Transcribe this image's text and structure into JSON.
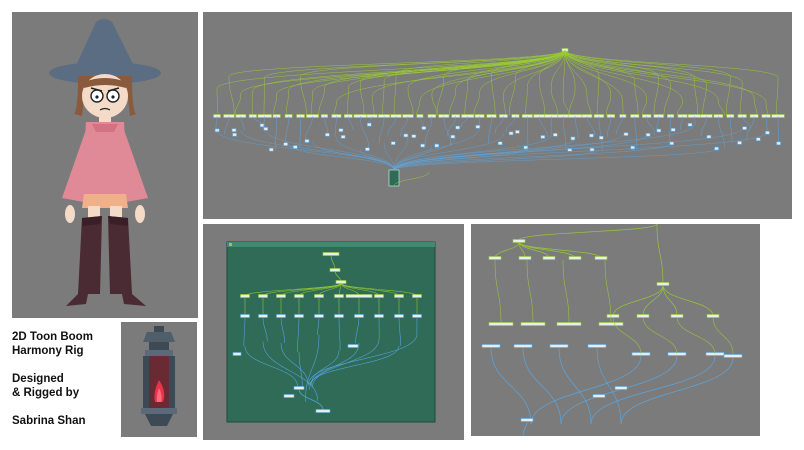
{
  "caption": {
    "line1": "2D Toon Boom",
    "line2": "Harmony Rig",
    "line3": "Designed",
    "line4": "& Rigged by",
    "line5": "Sabrina Shan"
  },
  "colors": {
    "panel_bg": "#7b7b7b",
    "peg_wire": "#9acd32",
    "drawing_wire": "#5aa9e6",
    "group_bg": "#2f6b57",
    "hat": "#5a6d83",
    "shirt": "#e08a98",
    "boots": "#4a2a33",
    "flame": "#e8334a"
  },
  "icons": {
    "character": "witch-character-illustration",
    "lamp": "lantern-prop-illustration",
    "composite": "composite-node-icon"
  }
}
